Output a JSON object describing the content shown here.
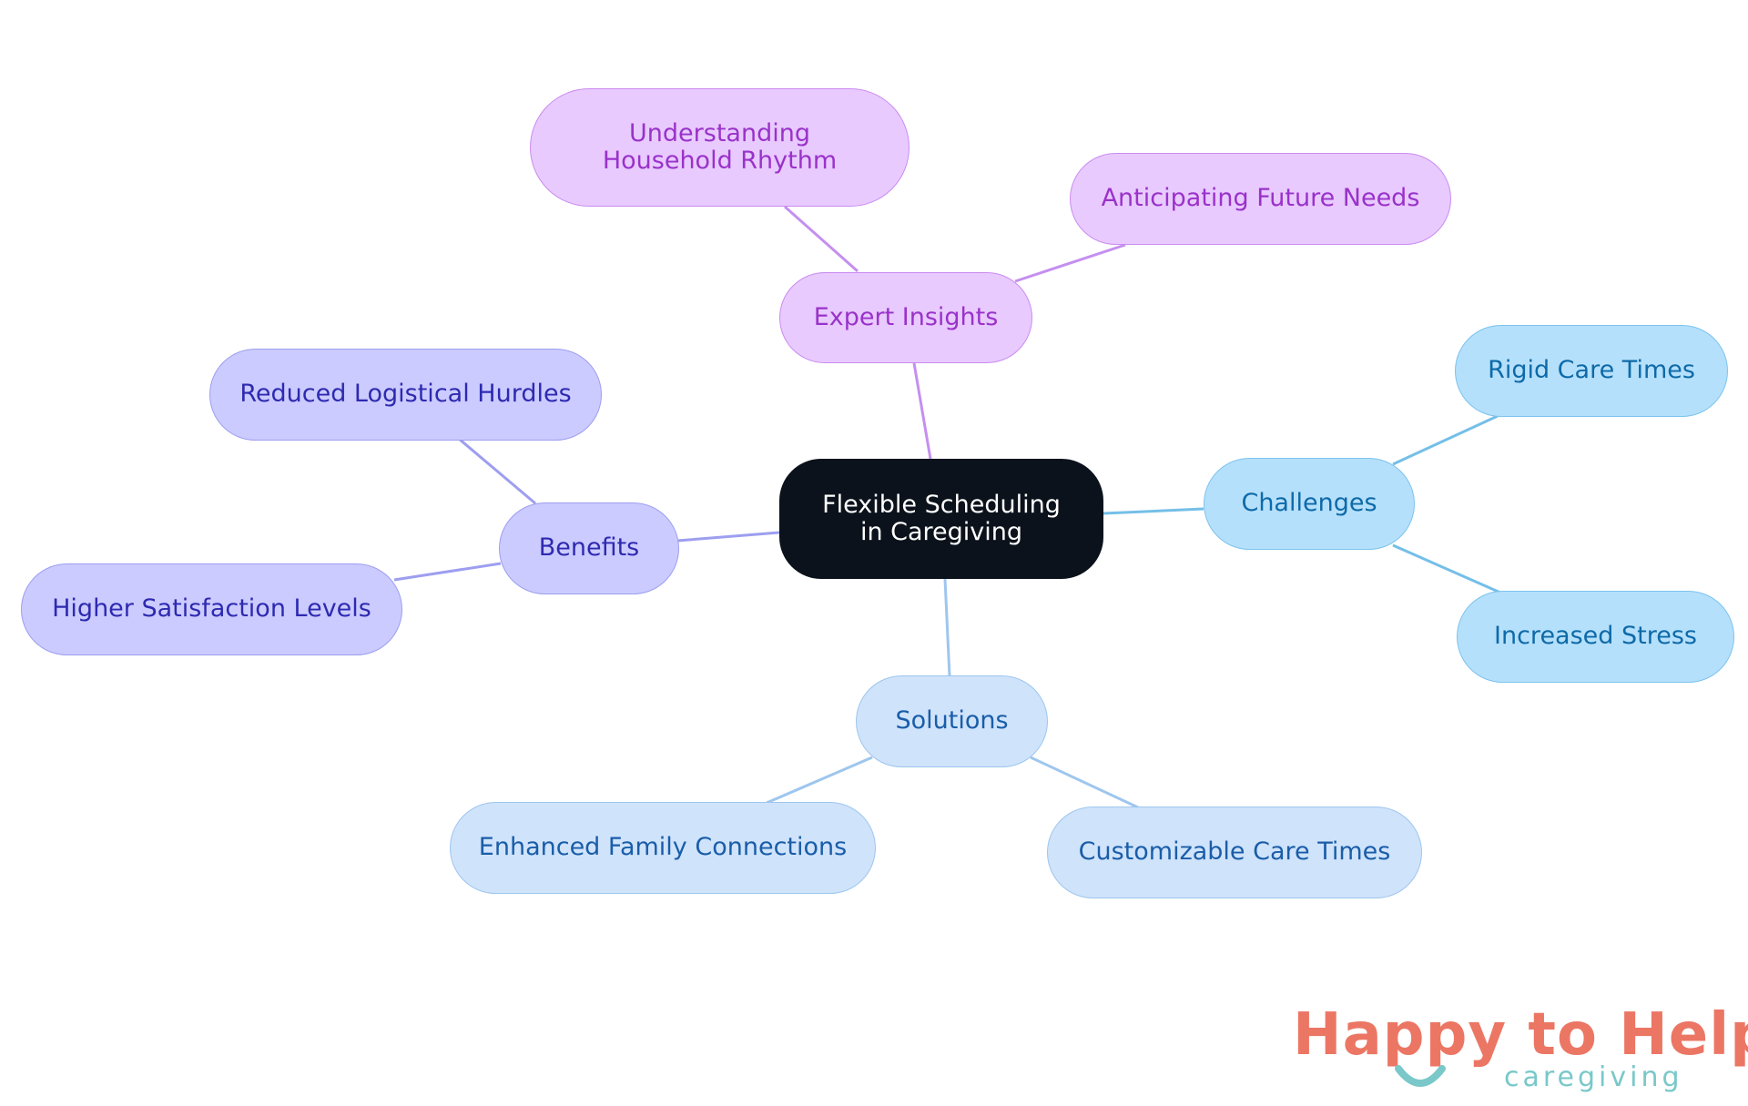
{
  "diagram": {
    "center": {
      "label": "Flexible Scheduling in Caregiving"
    },
    "branches": {
      "expert": {
        "label": "Expert Insights",
        "children": [
          "Understanding Household Rhythm",
          "Anticipating Future Needs"
        ],
        "line_color": "#c58ff0"
      },
      "benefits": {
        "label": "Benefits",
        "children": [
          "Reduced Logistical Hurdles",
          "Higher Satisfaction Levels"
        ],
        "line_color": "#9d9ef0"
      },
      "challenges": {
        "label": "Challenges",
        "children": [
          "Rigid Care Times",
          "Increased Stress"
        ],
        "line_color": "#74bfe8"
      },
      "solutions": {
        "label": "Solutions",
        "children": [
          "Enhanced Family Connections",
          "Customizable Care Times"
        ],
        "line_color": "#9ec6ee"
      }
    },
    "center_line_colors": {
      "expert": "#c58ff0",
      "benefits": "#9d9ef0",
      "challenges": "#74bfe8",
      "solutions": "#9ec6ee"
    }
  },
  "logo": {
    "name": "Happy to Help",
    "tagline": "caregiving",
    "colors": {
      "primary": "#ec7664",
      "secondary": "#7ac8c9"
    }
  }
}
